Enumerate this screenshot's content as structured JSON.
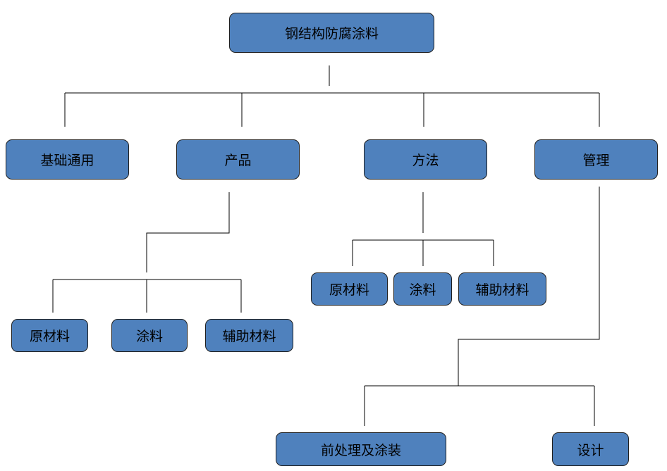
{
  "root": "钢结构防腐涂料",
  "categories": {
    "basic": "基础通用",
    "product": "产品",
    "method": "方法",
    "management": "管理"
  },
  "product_children": [
    "原材料",
    "涂料",
    "辅助材料"
  ],
  "method_children": [
    "原材料",
    "涂料",
    "辅助材料"
  ],
  "management_children": [
    "前处理及涂装",
    "设计"
  ],
  "colors": {
    "node_fill": "#4f81bd",
    "node_border": "#1f1f1f",
    "connector": "#000000"
  }
}
